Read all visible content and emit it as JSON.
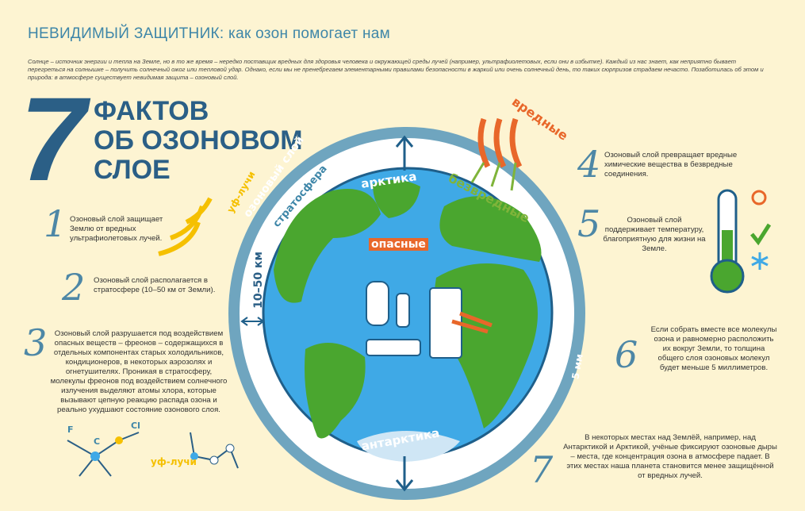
{
  "title": "НЕВИДИМЫЙ ЗАЩИТНИК: как озон помогает нам",
  "intro": "Солнце – источник энергии и тепла на Земле, но в то же время – нередко поставщик вредных для здоровья человека и окружающей среды лучей (например, ультрафиолетовых, если они в избытке). Каждый из нас знает, как неприятно бывает перегреться на солнышке – получить солнечный ожог или тепловой удар. Однако, если мы не пренебрегаем элементарными правилами безопасности в жаркий или очень солнечный день, то таких сюрпризов страдаем нечасто. Позаботилась об этом и природа: в атмосфере существует невидимая защита – озоновый слой.",
  "heading": {
    "number": "7",
    "line1": "ФАКТОВ",
    "line2": "ОБ ОЗОНОВОМ",
    "line3": "СЛОЕ"
  },
  "facts": [
    {
      "n": "1",
      "text": "Озоновый слой защищает Землю от вредных ультрафиолетовых лучей."
    },
    {
      "n": "2",
      "text": "Озоновый слой располагается в стратосфере (10–50 км от Земли)."
    },
    {
      "n": "3",
      "text": "Озоновый слой разрушается под воздействием опасных веществ – фреонов – содержащихся в отдельных компонентах старых холодильников, кондиционеров, в некоторых аэрозолях и огнетушителях. Проникая в стратосферу, молекулы фреонов под воздействием солнечного излучения выделяют атомы хлора, которые вызывают цепную реакцию распада озона и реально ухудшают состояние озонового слоя."
    },
    {
      "n": "4",
      "text": "Озоновый слой превращает вредные химические вещества в безвредные соединения."
    },
    {
      "n": "5",
      "text": "Озоновый слой поддерживает температуру, благоприятную для жизни на Земле."
    },
    {
      "n": "6",
      "text": "Если собрать вместе все молекулы озона и равномерно расположить их вокруг Земли, то толщина общего слоя озоновых молекул будет меньше 5 миллиметров."
    },
    {
      "n": "7",
      "text": "В некоторых местах над Землёй, например, над Антарктикой и Арктикой, учёные фиксируют озоновые дыры – места, где концентрация озона в атмосфере падает. В этих местах наша планета становится менее защищённой от вредных лучей."
    }
  ],
  "diagram": {
    "ozone_layer": "озоновый слой",
    "stratosphere": "стратосфера",
    "distance": "10–50 км",
    "thickness": "5 мм",
    "arctic": "арктика",
    "antarctic": "антарктика",
    "dangerous": "опасные",
    "harmful": "вредные",
    "harmless": "безвредные",
    "uv": "уф-лучи",
    "uv2": "уф-лучи",
    "cl": "Cl",
    "f": "F",
    "c": "C"
  },
  "colors": {
    "background": "#fdf4d2",
    "title": "#3e86a8",
    "ocean": "#3fa9e6",
    "land": "#4aa62f",
    "ring": "#6fa5bf",
    "orange": "#e8672a",
    "yellow": "#f5c000"
  }
}
